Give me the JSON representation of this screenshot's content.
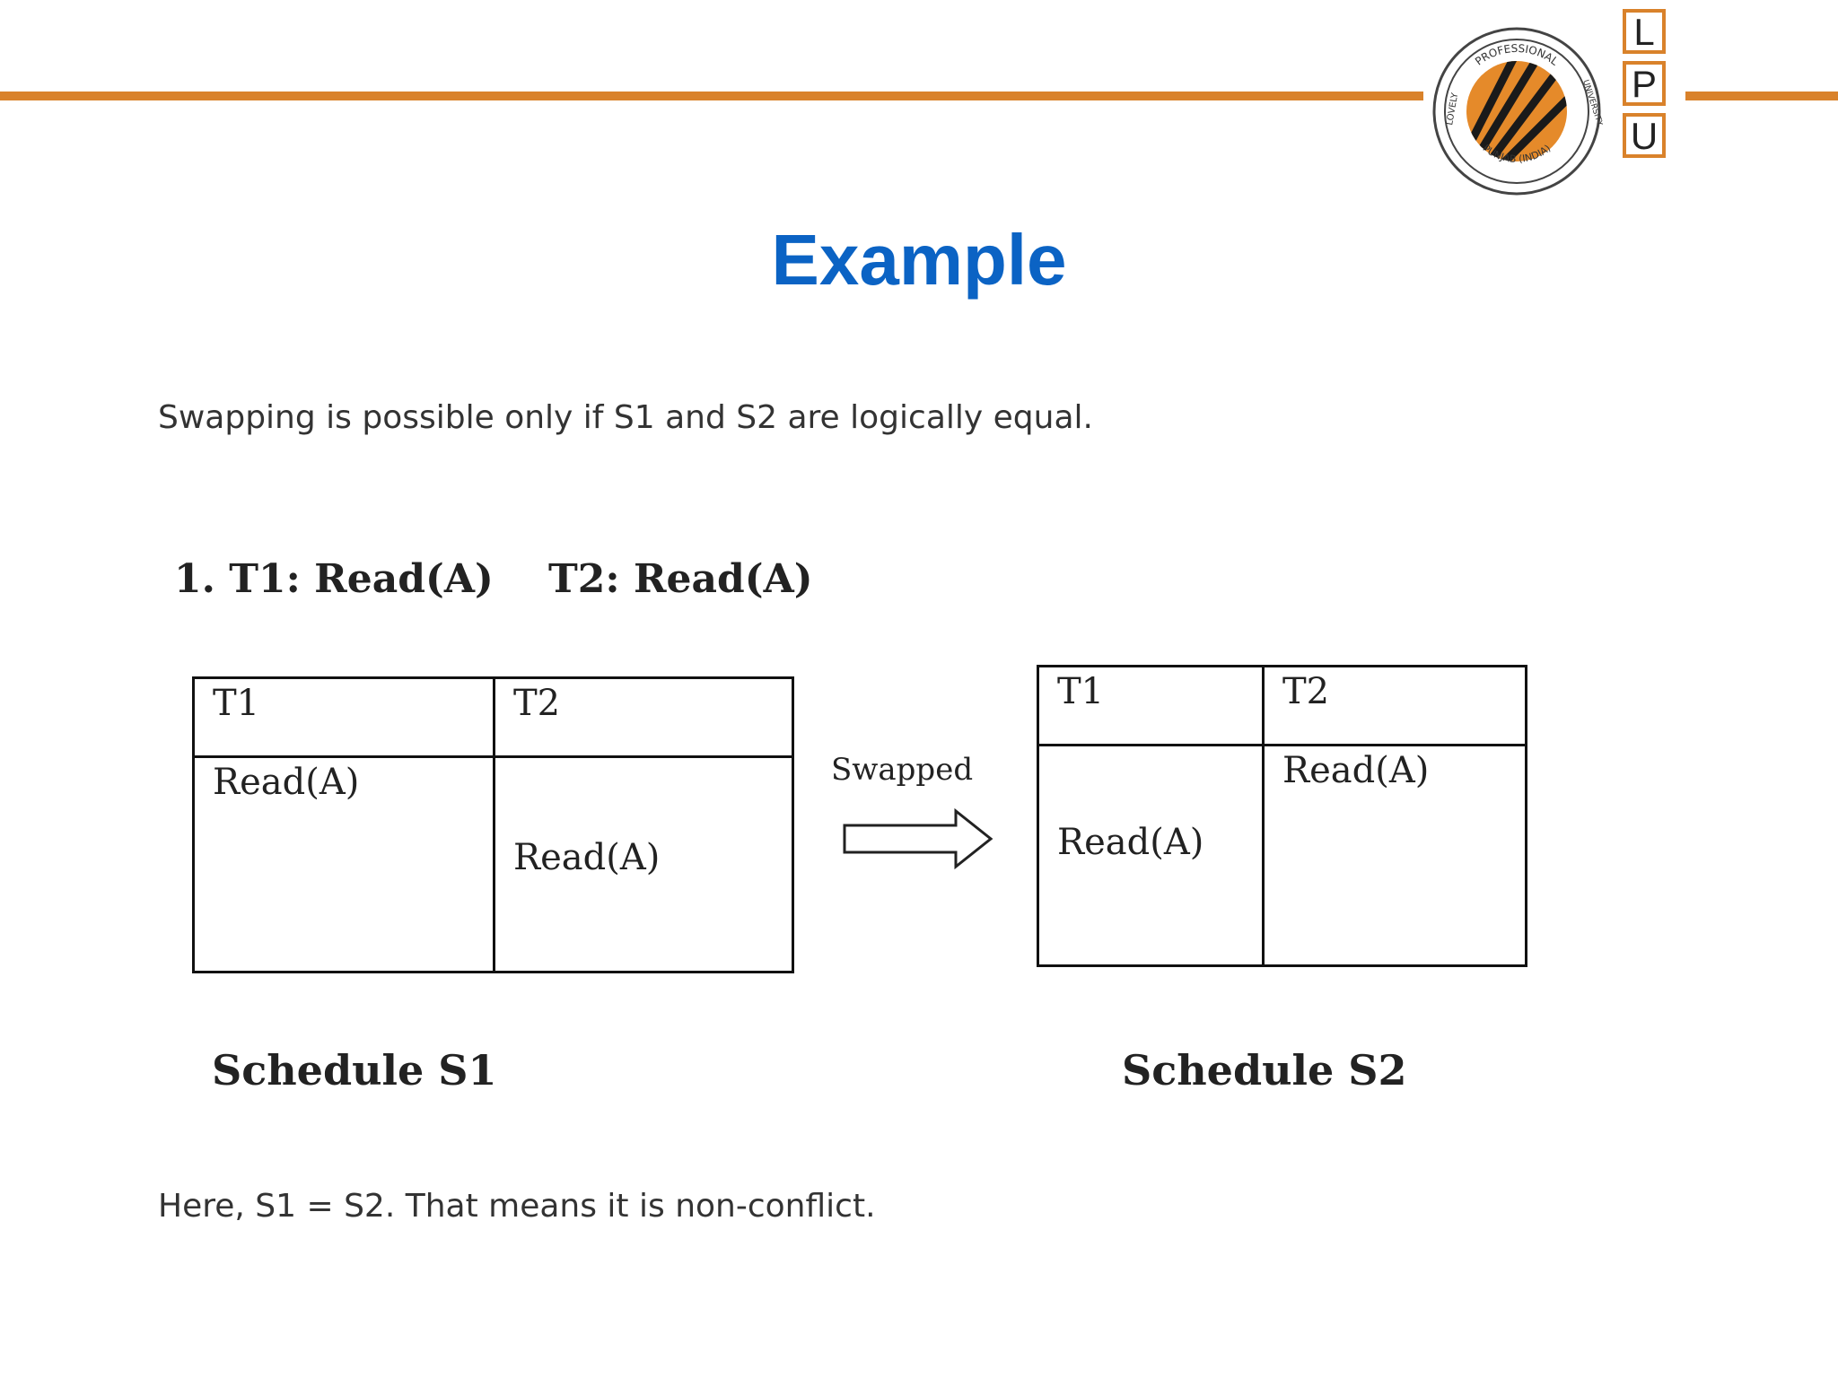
{
  "header": {
    "accent_color": "#d9822b",
    "logo": {
      "seal_text_top": "PROFESSIONAL",
      "seal_text_left": "LOVELY",
      "seal_text_right": "UNIVERSITY",
      "seal_text_bottom": "PUNJAB (INDIA)",
      "letters": [
        "L",
        "P",
        "U"
      ]
    }
  },
  "slide": {
    "title": "Example",
    "title_color": "#0b63c4",
    "intro": "Swapping is possible only if S1 and S2 are logically equal.",
    "case_heading": "1. T1: Read(A)    T2: Read(A)",
    "conclusion": "Here, S1 = S2. That means it is non-conflict."
  },
  "schedule_s1": {
    "caption": "Schedule S1",
    "col1": "T1",
    "col2": "T2",
    "t1_op": "Read(A)",
    "t2_op": "Read(A)"
  },
  "schedule_s2": {
    "caption": "Schedule S2",
    "col1": "T1",
    "col2": "T2",
    "t1_op": "Read(A)",
    "t2_op": "Read(A)"
  },
  "transition": {
    "label": "Swapped",
    "icon": "right-arrow-icon"
  }
}
